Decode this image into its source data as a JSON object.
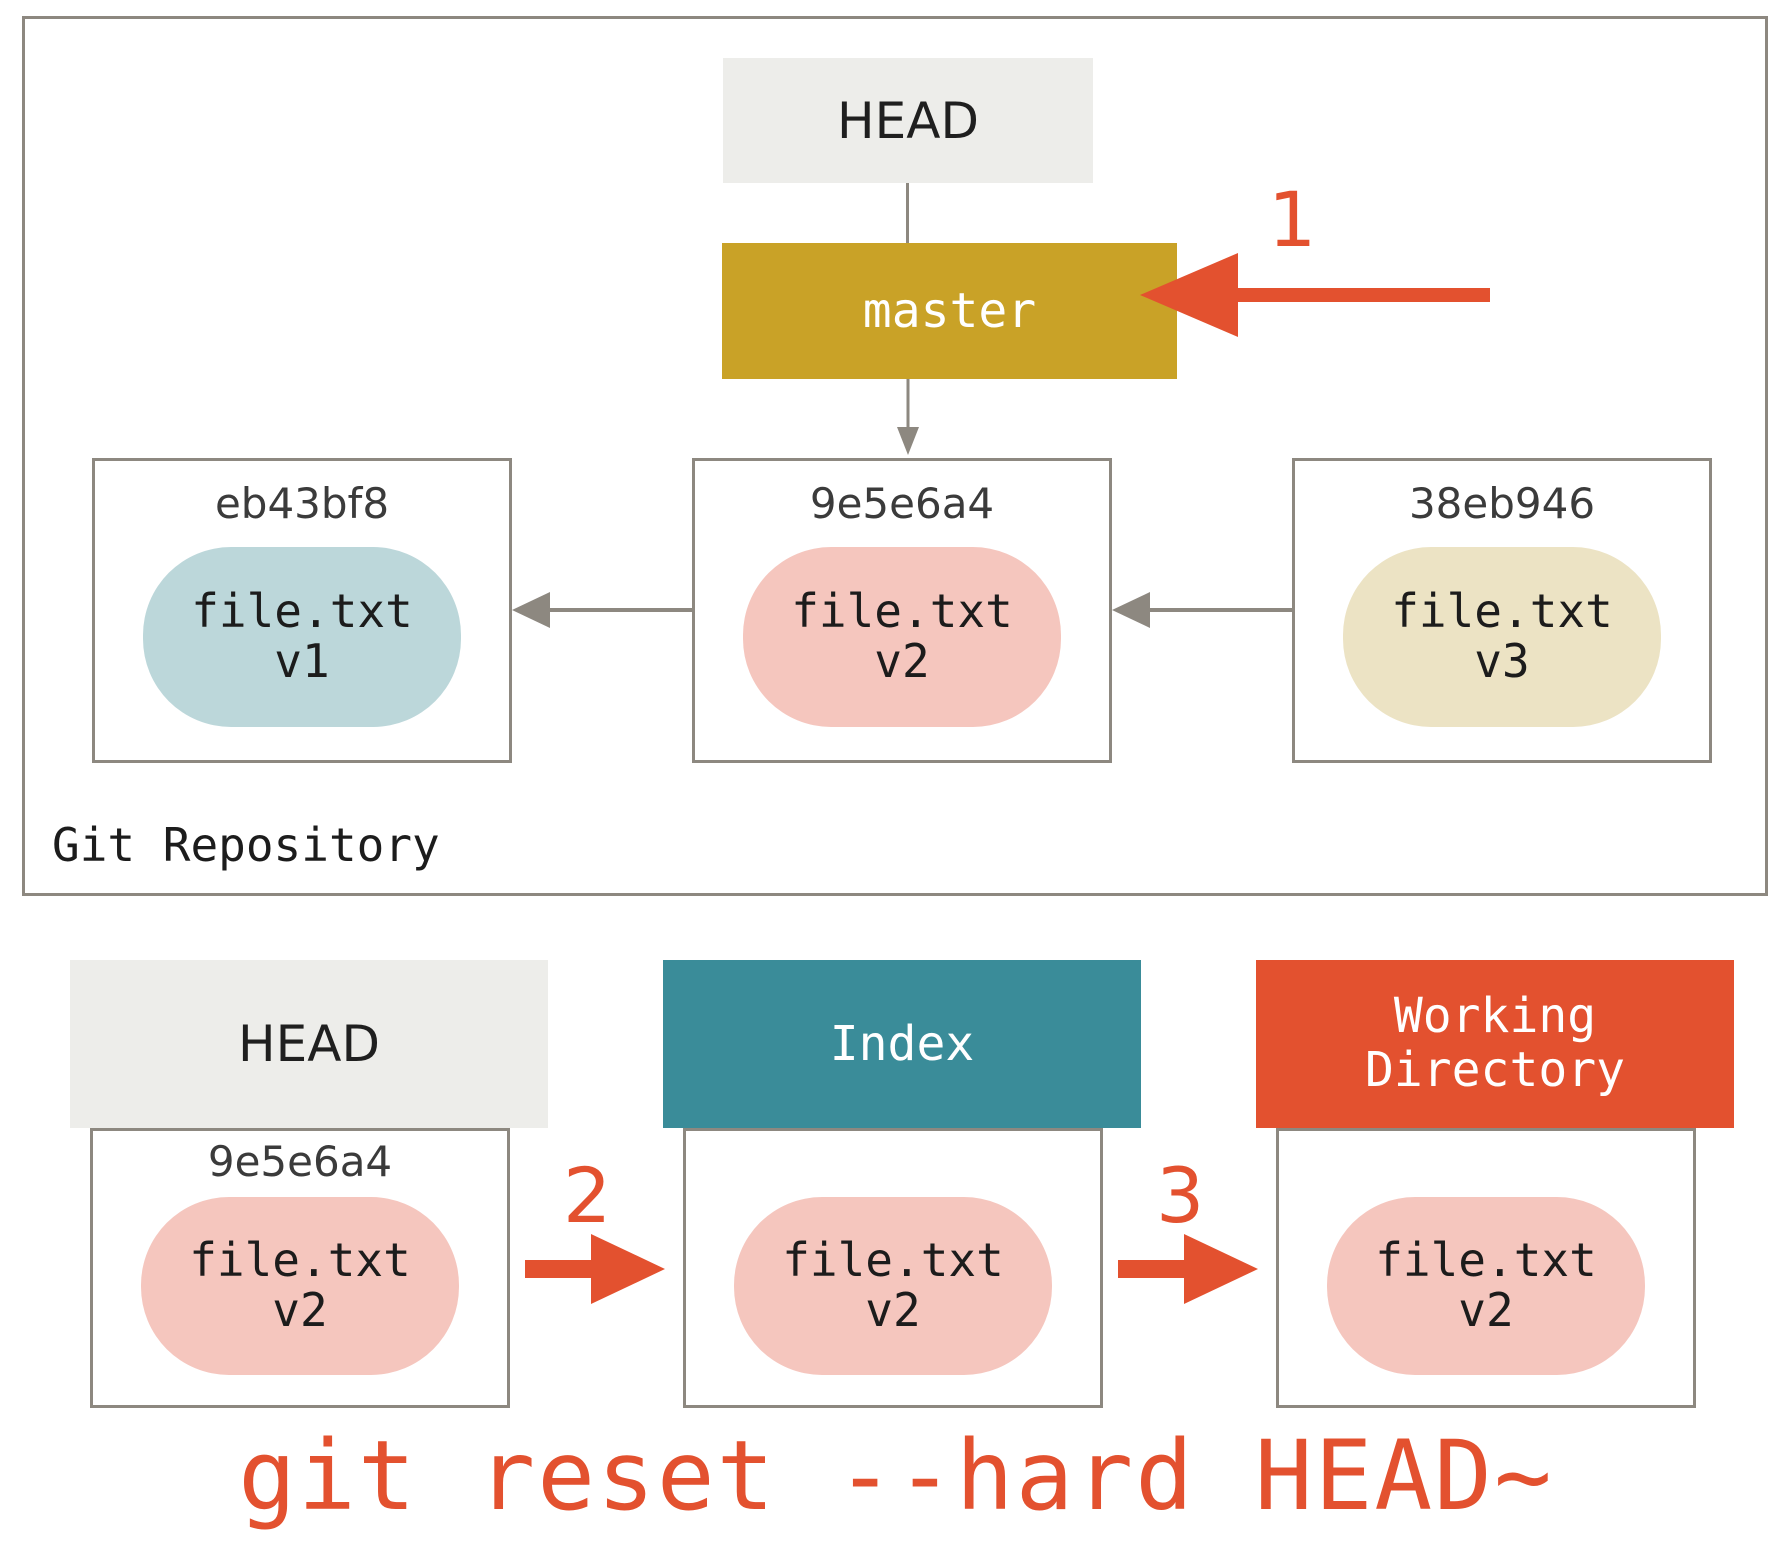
{
  "diagram": {
    "title_command": "git reset --hard HEAD~",
    "repository": {
      "label": "Git Repository",
      "head_ref": "HEAD",
      "branch": "master",
      "commits": [
        {
          "hash": "eb43bf8",
          "file": "file.txt",
          "version": "v1",
          "blob_color": "#bcd7da"
        },
        {
          "hash": "9e5e6a4",
          "file": "file.txt",
          "version": "v2",
          "blob_color": "#f5c6be"
        },
        {
          "hash": "38eb946",
          "file": "file.txt",
          "version": "v3",
          "blob_color": "#ece3c4"
        }
      ]
    },
    "areas": [
      {
        "name": "HEAD",
        "header_color": "#ededea",
        "header_text_color": "#1f1f1f",
        "hash": "9e5e6a4",
        "file": "file.txt",
        "version": "v2",
        "blob_color": "#f5c6be"
      },
      {
        "name": "Index",
        "header_color": "#3a8c99",
        "header_text_color": "#ffffff",
        "hash": "",
        "file": "file.txt",
        "version": "v2",
        "blob_color": "#f5c6be"
      },
      {
        "name_line1": "Working",
        "name_line2": "Directory",
        "header_color": "#e3512f",
        "header_text_color": "#ffffff",
        "hash": "",
        "file": "file.txt",
        "version": "v2",
        "blob_color": "#f5c6be"
      }
    ],
    "step_markers": [
      {
        "number": "1",
        "points_to": "master"
      },
      {
        "number": "2",
        "points_to": "Index"
      },
      {
        "number": "3",
        "points_to": "Working Directory"
      }
    ],
    "colors": {
      "accent_red": "#e3512f",
      "branch_gold": "#c9a227",
      "index_teal": "#3a8c99",
      "frame_gray": "#8d8880",
      "header_gray": "#ededea"
    }
  }
}
